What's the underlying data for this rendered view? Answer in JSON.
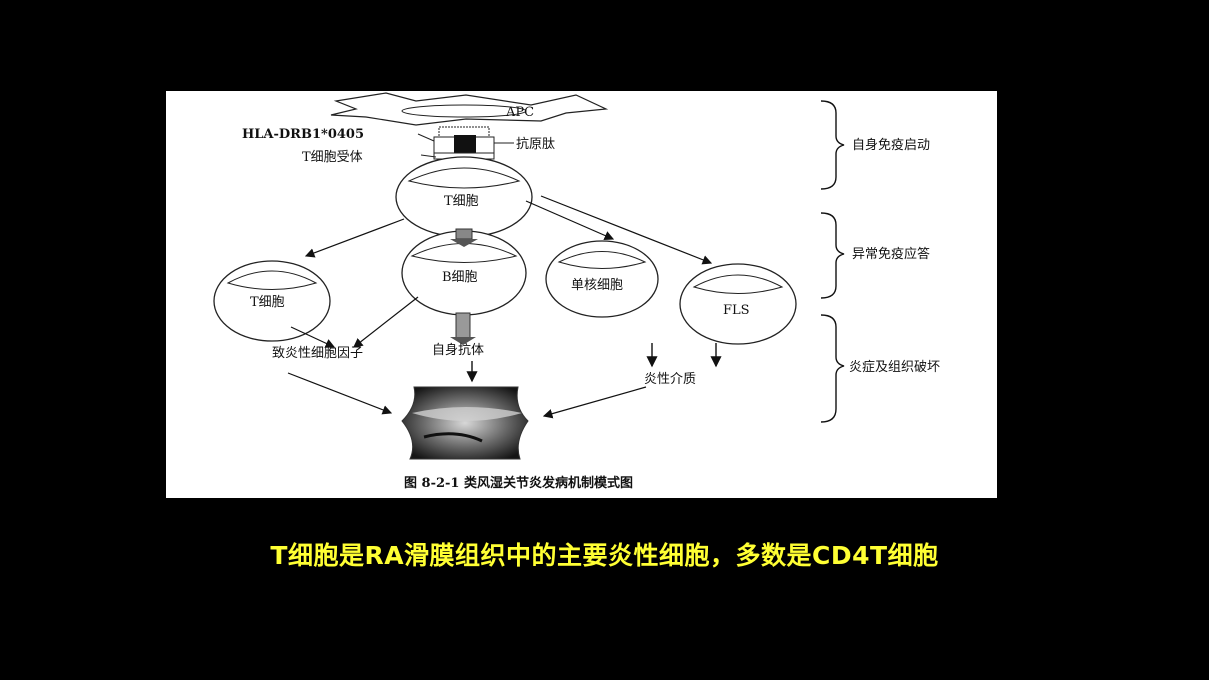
{
  "figure": {
    "apc_label": "APC",
    "hla_label": "HLA-DRB1*0405",
    "antigen_label": "抗原肽",
    "tcr_label": "T细胞受体",
    "t_cell_main": "T细胞",
    "t_cell_left": "T细胞",
    "b_cell": "B细胞",
    "monocyte": "单核细胞",
    "fls": "FLS",
    "cytokines": "致炎性细胞因子",
    "autoantibody": "自身抗体",
    "mediators": "炎性介质",
    "stage_1": "自身免疫启动",
    "stage_2": "异常免疫应答",
    "stage_3": "炎症及组织破坏",
    "figure_caption": "图 8-2-1   类风湿关节炎发病机制模式图"
  },
  "caption": "T细胞是RA滑膜组织中的主要炎性细胞，多数是CD4T细胞",
  "colors": {
    "background": "#000000",
    "panel": "#ffffff",
    "caption": "#ffff33",
    "ink": "#111111"
  }
}
